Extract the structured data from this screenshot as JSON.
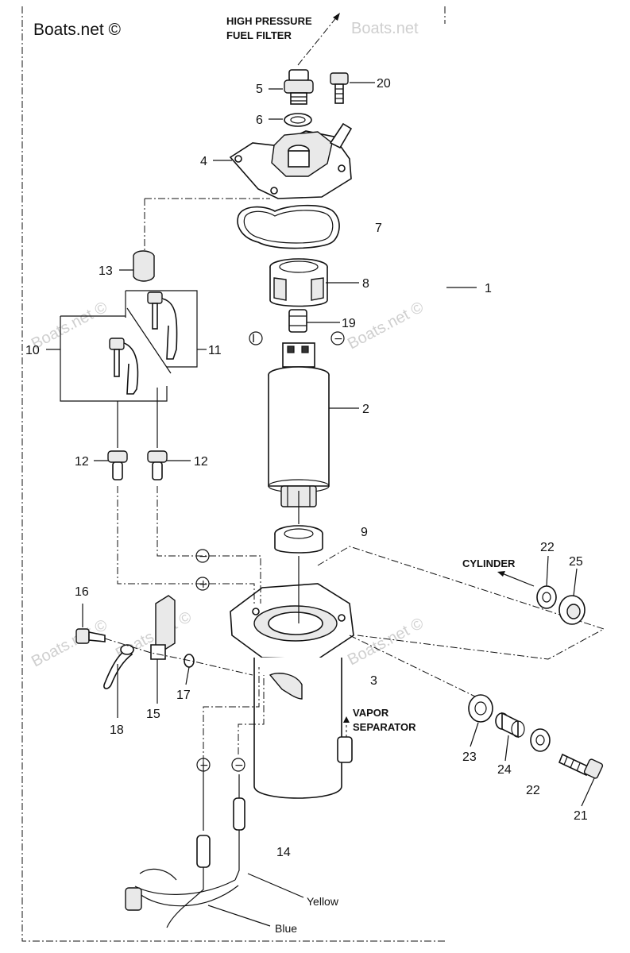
{
  "watermarks": [
    "Boats.net ©",
    "Boats.net",
    "Boats.net ©",
    "Boats.net ©",
    "Boats.net ©",
    "Boats.net ©",
    "Boats.net ©"
  ],
  "captions": {
    "high_pressure_1": "HIGH PRESSURE",
    "high_pressure_2": "FUEL  FILTER",
    "cylinder": "CYLINDER",
    "vapor_1": "VAPOR",
    "vapor_2": "SEPARATOR",
    "yellow": "Yellow",
    "blue": "Blue"
  },
  "polarity": {
    "plus": "+",
    "minus": "−"
  },
  "callouts": {
    "c1": "1",
    "c2": "2",
    "c3": "3",
    "c4": "4",
    "c5": "5",
    "c6": "6",
    "c7": "7",
    "c8": "8",
    "c9": "9",
    "c10": "10",
    "c11": "11",
    "c12a": "12",
    "c12b": "12",
    "c13": "13",
    "c14": "14",
    "c15": "15",
    "c16": "16",
    "c17": "17",
    "c18": "18",
    "c19": "19",
    "c20": "20",
    "c21": "21",
    "c22a": "22",
    "c22b": "22",
    "c23": "23",
    "c24": "24",
    "c25": "25"
  }
}
